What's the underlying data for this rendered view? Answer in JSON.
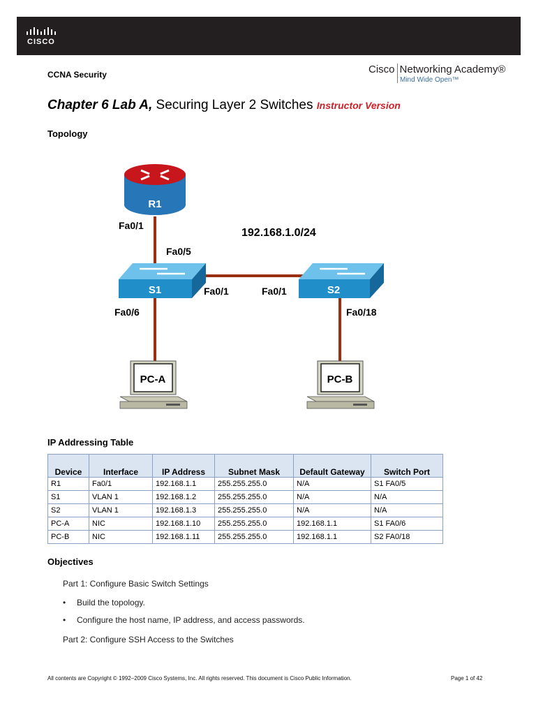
{
  "banner": {
    "logo_text": "CISCO"
  },
  "header": {
    "course": "CCNA Security",
    "academy_name_left": "Cisco",
    "academy_name_right": "Networking Academy®",
    "academy_tagline": "Mind Wide Open™"
  },
  "title": {
    "chapter": "Chapter 6 Lab A,",
    "name": " Securing Layer 2 Switches ",
    "version": "Instructor Version"
  },
  "topology": {
    "heading": "Topology",
    "network": "192.168.1.0/24",
    "devices": {
      "r1": "R1",
      "s1": "S1",
      "s2": "S2",
      "pca": "PC-A",
      "pcb": "PC-B"
    },
    "ports": {
      "r1_fa01": "Fa0/1",
      "s1_fa05": "Fa0/5",
      "s1_fa01": "Fa0/1",
      "s2_fa01": "Fa0/1",
      "s1_fa06": "Fa0/6",
      "s2_fa018": "Fa0/18"
    },
    "colors": {
      "router": "#b8151b",
      "switch": "#1f8ec9",
      "link": "#9b2f12"
    }
  },
  "ip_table": {
    "heading": "IP Addressing Table",
    "columns": [
      "Device",
      "Interface",
      "IP Address",
      "Subnet Mask",
      "Default Gateway",
      "Switch Port"
    ],
    "rows": [
      [
        "R1",
        "Fa0/1",
        "192.168.1.1",
        "255.255.255.0",
        "N/A",
        "S1 FA0/5"
      ],
      [
        "S1",
        "VLAN 1",
        "192.168.1.2",
        "255.255.255.0",
        "N/A",
        "N/A"
      ],
      [
        "S2",
        "VLAN 1",
        "192.168.1.3",
        "255.255.255.0",
        "N/A",
        "N/A"
      ],
      [
        "PC-A",
        "NIC",
        "192.168.1.10",
        "255.255.255.0",
        "192.168.1.1",
        "S1 FA0/6"
      ],
      [
        "PC-B",
        "NIC",
        "192.168.1.11",
        "255.255.255.0",
        "192.168.1.1",
        "S2 FA0/18"
      ]
    ]
  },
  "objectives": {
    "heading": "Objectives",
    "part1": "Part 1: Configure Basic Switch Settings",
    "bullets": [
      "Build the topology.",
      "Configure the host name, IP address, and access passwords."
    ],
    "part2": "Part 2: Configure SSH Access to the Switches"
  },
  "footer": {
    "copyright": "All contents are Copyright © 1992–2009 Cisco Systems, Inc. All rights reserved. This document is Cisco Public Information.",
    "page": "Page 1 of 42"
  }
}
